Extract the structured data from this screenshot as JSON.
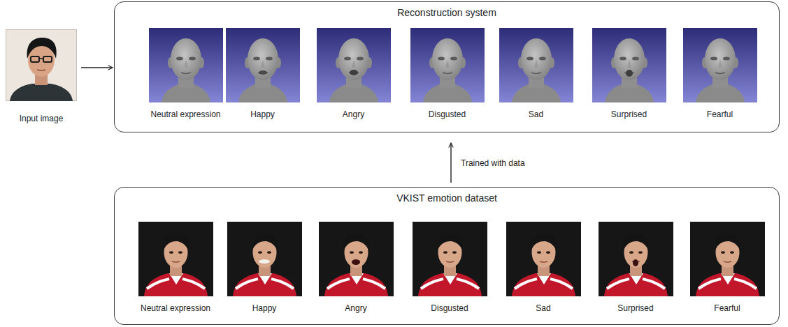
{
  "diagram": {
    "nodes": [
      {
        "text": [
          "Input image"
        ]
      },
      {
        "text": [
          "Reconstruction system"
        ]
      },
      {
        "text": [
          "Neutral expression"
        ],
        "in": 1
      },
      {
        "text": [
          "Happy"
        ],
        "in": 1
      },
      {
        "text": [
          "Angry"
        ],
        "in": 1
      },
      {
        "text": [
          "Disgusted"
        ],
        "in": 1
      },
      {
        "text": [
          "Sad"
        ],
        "in": 1
      },
      {
        "text": [
          "Surprised"
        ],
        "in": 1
      },
      {
        "text": [
          "Fearful"
        ],
        "in": 1
      },
      {
        "text": [
          "VKIST emotion dataset"
        ]
      },
      {
        "text": [
          "Neutral expression"
        ],
        "in": 9
      },
      {
        "text": [
          "Happy"
        ],
        "in": 9
      },
      {
        "text": [
          "Angry"
        ],
        "in": 9
      },
      {
        "text": [
          "Disgusted"
        ],
        "in": 9
      },
      {
        "text": [
          "Sad"
        ],
        "in": 9
      },
      {
        "text": [
          "Surprised"
        ],
        "in": 9
      },
      {
        "text": [
          "Fearful"
        ],
        "in": 9
      }
    ],
    "edges": [
      {
        "from": 0,
        "to": 1,
        "arrow": "to"
      },
      {
        "from": 9,
        "to": 1,
        "label": "Trained with data",
        "arrow": "to"
      }
    ]
  }
}
